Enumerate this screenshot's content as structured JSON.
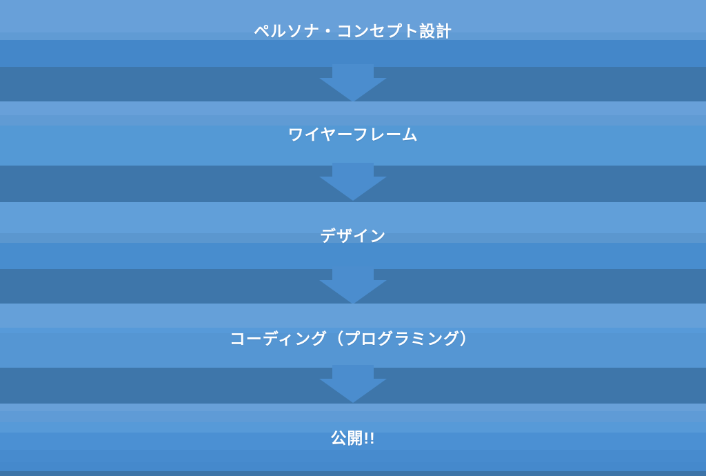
{
  "diagram": {
    "steps": [
      {
        "label": "ペルソナ・コンセプト設計"
      },
      {
        "label": "ワイヤーフレーム"
      },
      {
        "label": "デザイン"
      },
      {
        "label": "コーディング（プログラミング）"
      },
      {
        "label": "公開!!"
      }
    ]
  },
  "icons": {
    "down_arrow": "down-arrow"
  },
  "palette": {
    "band_light": "#68a0d9",
    "band_light_2": "#609bd4",
    "band_mid_soft": "#5499d5",
    "band_mid_strong": "#4487c9",
    "band_dark": "#3e76aa",
    "arrow_fill": "#4b8dce",
    "label_text": "#ffffff"
  }
}
